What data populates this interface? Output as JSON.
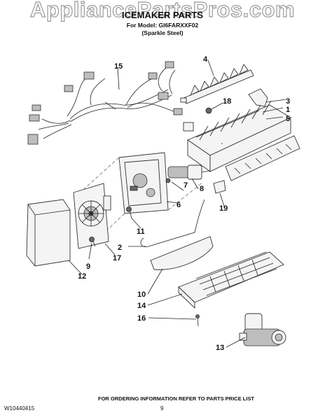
{
  "watermark": "AppliancePartsPros.com",
  "header": {
    "title": "ICEMAKER PARTS",
    "model_line": "For Model: GI6FARXXF02",
    "finish_line": "(Sparkle Steel)"
  },
  "callouts": [
    "1",
    "2",
    "3",
    "4",
    "5",
    "6",
    "7",
    "8",
    "9",
    "10",
    "11",
    "12",
    "13",
    "14",
    "15",
    "16",
    "17",
    "18",
    "19"
  ],
  "footer": {
    "ordering_note": "FOR ORDERING INFORMATION REFER TO PARTS PRICE LIST",
    "doc_number": "W10440415",
    "page_number": "9"
  }
}
